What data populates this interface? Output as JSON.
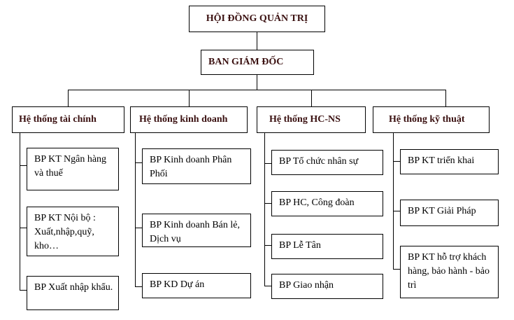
{
  "top": {
    "title": "HỘI ĐỒNG QUẢN TRỊ"
  },
  "director": {
    "title": "BAN GIÁM ĐỐC"
  },
  "columns": [
    {
      "title": "Hệ thống tài chính",
      "items": [
        "BP KT Ngân hàng và thuế",
        "BP KT Nội bộ : Xuất,nhập,quỹ, kho…",
        "BP Xuất nhập khẩu."
      ]
    },
    {
      "title": "Hệ thống kinh doanh",
      "items": [
        "BP Kinh doanh Phân Phối",
        "BP Kinh doanh Bán lẻ, Dịch vụ",
        "BP KD Dự án"
      ]
    },
    {
      "title": "Hệ thống HC-NS",
      "items": [
        "BP Tổ chức nhân sự",
        "BP HC, Công đoàn",
        "BP Lễ Tân",
        "BP Giao nhận"
      ]
    },
    {
      "title": "Hệ thống kỹ thuật",
      "items": [
        "BP KT triển khai",
        "BP KT Giải Pháp",
        "BP KT hỗ trợ khách hàng, bảo hành - bảo trì"
      ]
    }
  ],
  "colors": {
    "line": "#000000",
    "box_border": "#000000",
    "heading_text": "#3a1010"
  }
}
